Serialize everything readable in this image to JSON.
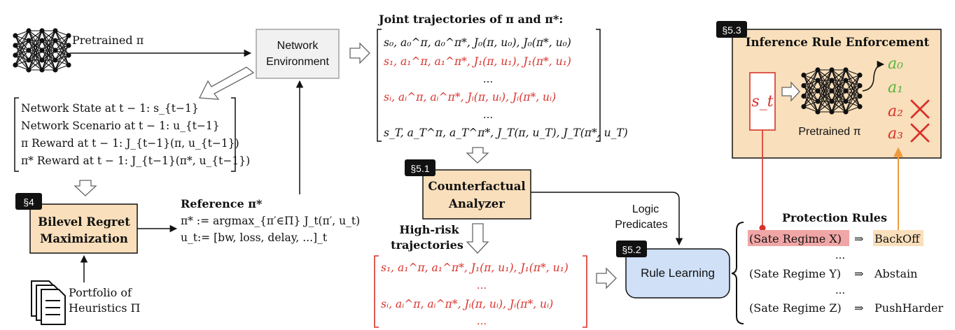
{
  "pretrained_label": "Pretrained π",
  "network_env": {
    "line1": "Network",
    "line2": "Environment"
  },
  "joint_title": "Joint trajectories of π and π*:",
  "joint_rows": [
    "s₀, a₀^π, a₀^π*,  J₀(π, u₀),  J₀(π*, u₀)",
    "s₁, a₁^π, a₁^π*, J₁(π, u₁), J₁(π*, u₁)",
    "...",
    "sᵢ, aᵢ^π, aᵢ^π*, Jᵢ(π, uᵢ), Jᵢ(π*, uᵢ)",
    "...",
    "s_T, a_T^π, a_T^π*, J_T(π, u_T), J_T(π*, u_T)"
  ],
  "state_rows": [
    "Network State at t − 1: s_{t−1}",
    "Network Scenario at t − 1: u_{t−1}",
    "π Reward at t − 1: J_{t−1}(π, u_{t−1})",
    "π* Reward at t − 1: J_{t−1}(π*, u_{t−1})"
  ],
  "sec4": "§4",
  "bilevel": {
    "line1": "Bilevel Regret",
    "line2": "Maximization"
  },
  "reference": {
    "title": "Reference π*",
    "line1": "π* := argmax_{π′∈Π} J_t(π′, u_t)",
    "line2": "u_t:= [bw, loss, delay, ...]_t"
  },
  "portfolio": {
    "line1": "Portfolio of",
    "line2": "Heuristics Π"
  },
  "sec51": "§5.1",
  "counterfactual": {
    "line1": "Counterfactual",
    "line2": "Analyzer"
  },
  "highrisk": {
    "line1": "High-risk",
    "line2": "trajectories"
  },
  "highrisk_rows": [
    "s₁, a₁^π, a₁^π*, J₁(π, u₁), J₁(π*, u₁)",
    "...",
    "sᵢ, aᵢ^π, aᵢ^π*, Jᵢ(π, uᵢ), Jᵢ(π*, uᵢ)",
    "..."
  ],
  "logic": {
    "line1": "Logic",
    "line2": "Predicates"
  },
  "sec52": "§5.2",
  "rule_learning": "Rule Learning",
  "sec53": "§5.3",
  "inference_title": "Inference Rule Enforcement",
  "st_label": "s_t",
  "actions": [
    "a₀",
    "a₁",
    "a₂",
    "a₃"
  ],
  "pretrained_inner": "Pretrained π",
  "protection_title": "Protection Rules",
  "rules": [
    {
      "cond": "(Sate Regime X)",
      "arrow": "⇒",
      "action": "BackOff"
    },
    {
      "cond": "(Sate Regime Y)",
      "arrow": "⇒",
      "action": "Abstain"
    },
    {
      "cond": "(Sate Regime Z)",
      "arrow": "⇒",
      "action": "PushHarder"
    }
  ],
  "ellipsis": "...",
  "colors": {
    "accent_red": "#d8322b",
    "green": "#59b33f",
    "tan": "#f9dfbb",
    "blue": "#cfe0f7",
    "env_gray": "#f1f1f1",
    "orange": "#ef9a3a"
  }
}
